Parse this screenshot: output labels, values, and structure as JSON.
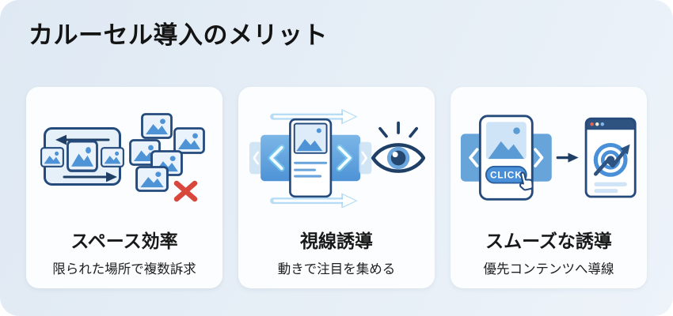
{
  "page": {
    "title": "カルーセル導入のメリット"
  },
  "cards": [
    {
      "id": "space-efficiency",
      "title": "スペース効率",
      "subtitle": "限られた場所で複数訴求",
      "icon": "carousel-frame-vs-photo-clutter"
    },
    {
      "id": "gaze-guidance",
      "title": "視線誘導",
      "subtitle": "動きで注目を集める",
      "icon": "sliding-carousel-with-eye"
    },
    {
      "id": "smooth-guidance",
      "title": "スムーズな誘導",
      "subtitle": "優先コンテンツへ導線",
      "icon": "carousel-click-to-browser",
      "click_label": "CLICK"
    }
  ],
  "colors": {
    "panel_background": "#e4edf5",
    "card_background": "#fcfdff",
    "navy_outline": "#254a7c",
    "blue_accent": "#4e93d6",
    "light_blue_fill": "#cfe4f6",
    "glow_cyan": "#9fd2f1",
    "error_red": "#d9473c",
    "click_button_blue": "#4a90d9",
    "title_text": "#131313"
  }
}
